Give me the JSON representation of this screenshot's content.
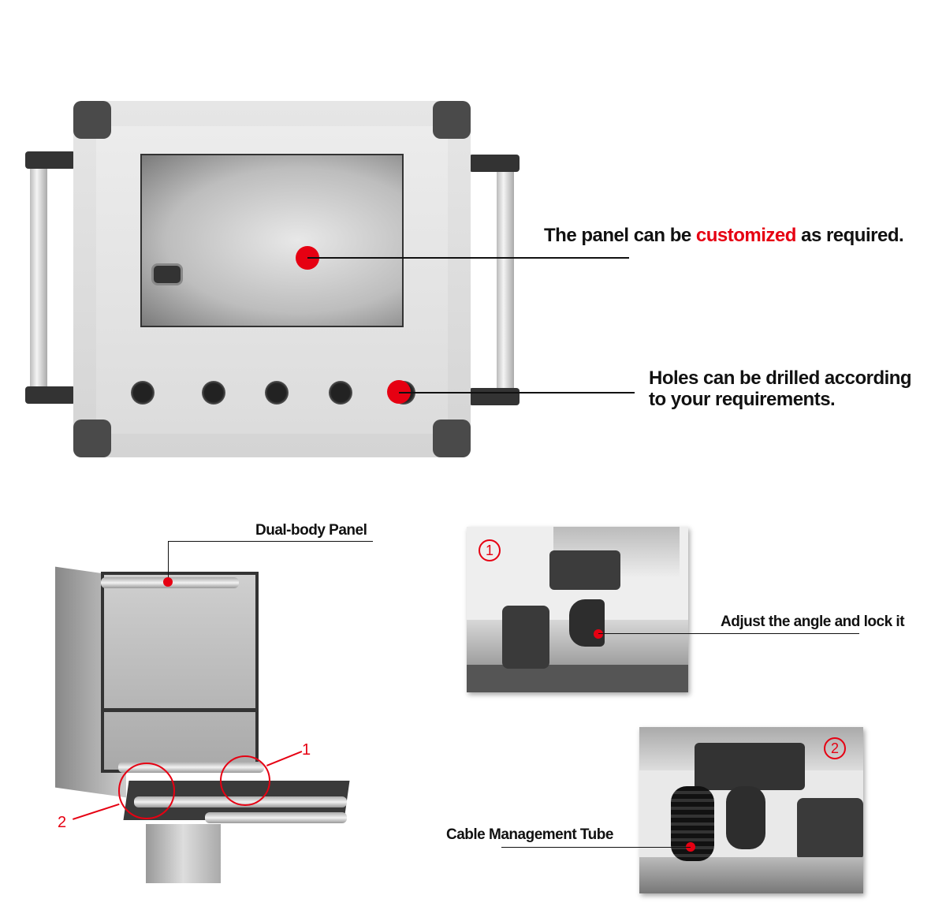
{
  "top": {
    "callout_panel": {
      "prefix": "The panel can be ",
      "highlight": "customized",
      "suffix": " as required."
    },
    "callout_holes": {
      "line1": "Holes can be drilled according",
      "line2": "to your requirements."
    }
  },
  "bottom_left": {
    "label": "Dual-body Panel",
    "marker_1": "1",
    "marker_2": "2"
  },
  "detail_1": {
    "number": "1",
    "label": "Adjust the angle and lock it"
  },
  "detail_2": {
    "number": "2",
    "label": "Cable Management Tube"
  },
  "colors": {
    "accent": "#e60012",
    "text": "#111111"
  }
}
